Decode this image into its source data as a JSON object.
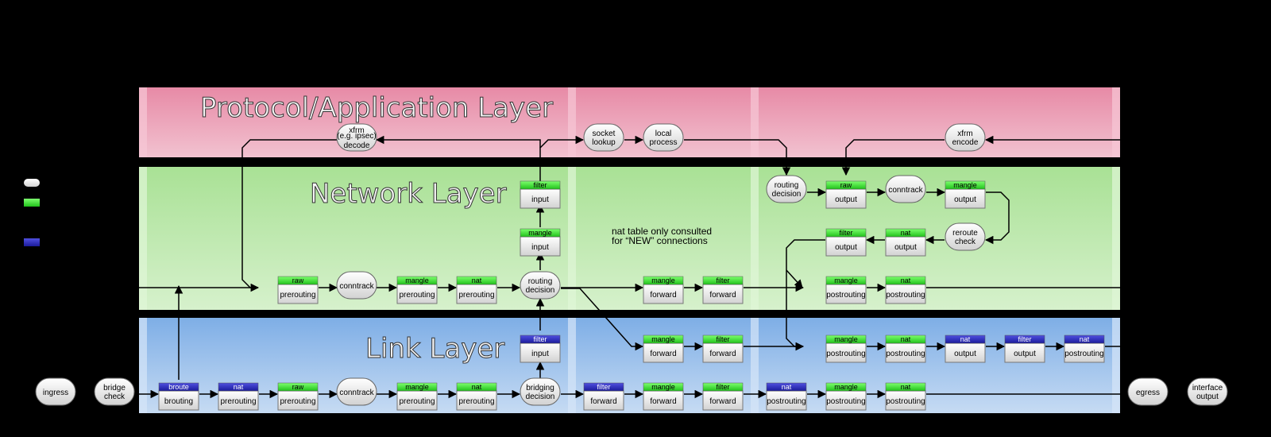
{
  "layers": {
    "protocol": "Protocol/Application Layer",
    "network": "Network Layer",
    "link": "Link Layer"
  },
  "note": [
    "nat table only consulted",
    "for “NEW” connections"
  ],
  "nodes": {
    "ingress": [
      "ingress"
    ],
    "bridge_check": [
      "bridge",
      "check"
    ],
    "brouting": {
      "table": "broute",
      "chain": "brouting"
    },
    "link_nat_prerouting": {
      "table": "nat",
      "chain": "prerouting"
    },
    "link_raw_prerouting": {
      "table": "raw",
      "chain": "prerouting"
    },
    "link_conntrack": [
      "conntrack"
    ],
    "link_mangle_prerouting": {
      "table": "mangle",
      "chain": "prerouting"
    },
    "link_nat_prerouting2": {
      "table": "nat",
      "chain": "prerouting"
    },
    "bridging_decision": [
      "bridging",
      "decision"
    ],
    "link_filter_forward1": {
      "table": "filter",
      "chain": "forward"
    },
    "link_mangle_forward": {
      "table": "mangle",
      "chain": "forward"
    },
    "link_filter_forward2": {
      "table": "filter",
      "chain": "forward"
    },
    "link_nat_postrouting1": {
      "table": "nat",
      "chain": "postrouting"
    },
    "link_mangle_postrouting": {
      "table": "mangle",
      "chain": "postrouting"
    },
    "link_nat_postrouting2": {
      "table": "nat",
      "chain": "postrouting"
    },
    "egress": [
      "egress"
    ],
    "interface_output": [
      "interface",
      "output"
    ],
    "link_filter_input": {
      "table": "filter",
      "chain": "input"
    },
    "link_mid_mangle_forward": {
      "table": "mangle",
      "chain": "forward"
    },
    "link_mid_filter_forward": {
      "table": "filter",
      "chain": "forward"
    },
    "link_mid_mangle_postrouting": {
      "table": "mangle",
      "chain": "postrouting"
    },
    "link_mid_nat_postrouting": {
      "table": "nat",
      "chain": "postrouting"
    },
    "link_mid_nat_output": {
      "table": "nat",
      "chain": "output"
    },
    "link_mid_filter_output": {
      "table": "filter",
      "chain": "output"
    },
    "link_mid_nat_postrouting2": {
      "table": "nat",
      "chain": "postrouting"
    },
    "net_raw_prerouting": {
      "table": "raw",
      "chain": "prerouting"
    },
    "net_conntrack": [
      "conntrack"
    ],
    "net_mangle_prerouting": {
      "table": "mangle",
      "chain": "prerouting"
    },
    "net_nat_prerouting": {
      "table": "nat",
      "chain": "prerouting"
    },
    "net_routing_decision": [
      "routing",
      "decision"
    ],
    "net_mangle_forward": {
      "table": "mangle",
      "chain": "forward"
    },
    "net_filter_forward": {
      "table": "filter",
      "chain": "forward"
    },
    "net_mangle_postrouting": {
      "table": "mangle",
      "chain": "postrouting"
    },
    "net_nat_postrouting": {
      "table": "nat",
      "chain": "postrouting"
    },
    "net_mangle_input": {
      "table": "mangle",
      "chain": "input"
    },
    "net_filter_input": {
      "table": "filter",
      "chain": "input"
    },
    "net_routing_decision2": [
      "routing",
      "decision"
    ],
    "net_raw_output": {
      "table": "raw",
      "chain": "output"
    },
    "net_conntrack2": [
      "conntrack"
    ],
    "net_mangle_output": {
      "table": "mangle",
      "chain": "output"
    },
    "net_filter_output": {
      "table": "filter",
      "chain": "output"
    },
    "net_nat_output": {
      "table": "nat",
      "chain": "output"
    },
    "reroute_check": [
      "reroute",
      "check"
    ],
    "xfrm_decode": [
      "xfrm",
      "(e.g. ipsec)",
      "decode"
    ],
    "socket_lookup": [
      "socket",
      "lookup"
    ],
    "local_process": [
      "local",
      "process"
    ],
    "xfrm_encode": [
      "xfrm",
      "encode"
    ]
  },
  "colors": {
    "protocol_band": "#e78fa9",
    "network_band": "#b4e6a2",
    "link_band": "#8fb8ea",
    "iptables_header": "#3ddc3d",
    "ebtables_header": "#2828c8"
  }
}
